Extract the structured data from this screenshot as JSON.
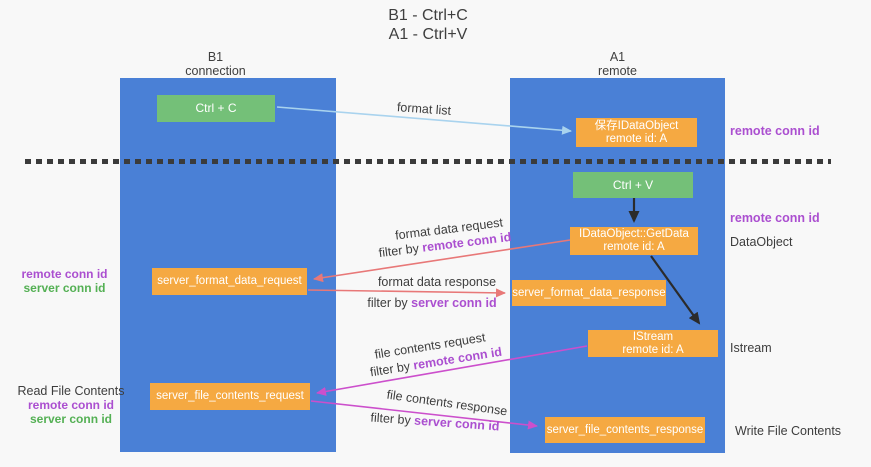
{
  "title": {
    "line1": "B1 - Ctrl+C",
    "line2": "A1 - Ctrl+V"
  },
  "columns": {
    "left": {
      "name": "B1",
      "role": "connection"
    },
    "right": {
      "name": "A1",
      "role": "remote"
    }
  },
  "boxes": {
    "ctrl_c": {
      "label": "Ctrl + C"
    },
    "ctrl_v": {
      "label": "Ctrl + V"
    },
    "save_dataobject": {
      "line1": "保存IDataObject",
      "line2": "remote id: A"
    },
    "getdata": {
      "line1": "IDataObject::GetData",
      "line2": "remote id: A"
    },
    "istream": {
      "line1": "IStream",
      "line2": "remote id: A"
    },
    "format_request": {
      "label": "server_format_data_request"
    },
    "format_response": {
      "label": "server_format_data_response"
    },
    "file_request": {
      "label": "server_file_contents_request"
    },
    "file_response": {
      "label": "server_file_contents_response"
    }
  },
  "side_labels": {
    "right_remote_conn_id_1": "remote conn id",
    "right_remote_conn_id_2": "remote conn id",
    "dataobject": "DataObject",
    "istream": "Istream",
    "write_file_contents": "Write File Contents",
    "left_top": {
      "remote": "remote conn id",
      "server": "server conn id"
    },
    "left_bottom": {
      "title": "Read File Contents",
      "remote": "remote conn id",
      "server": "server conn id"
    }
  },
  "arrow_labels": {
    "format_list": "format list",
    "format_data_request": "format data request",
    "filter_by_1": {
      "prefix": "filter by ",
      "key": "remote conn id"
    },
    "format_data_response": "format data response",
    "filter_by_2": {
      "prefix": "filter by ",
      "key": "server conn id"
    },
    "file_contents_request": "file contents request",
    "filter_by_3": {
      "prefix": "filter by ",
      "key": "remote conn id"
    },
    "file_contents_response": "file contents response",
    "filter_by_4": {
      "prefix": "filter by ",
      "key": "server conn id"
    }
  },
  "colors": {
    "column_blue": "#4a80d6",
    "box_green": "#74c078",
    "box_orange": "#f5a942",
    "arrow_blue": "#a9d3ee",
    "arrow_red": "#e87878",
    "arrow_magenta": "#cc4fcc",
    "arrow_black": "#2b2b2b",
    "label_purple": "#ab4fd0",
    "label_green": "#54b054"
  }
}
